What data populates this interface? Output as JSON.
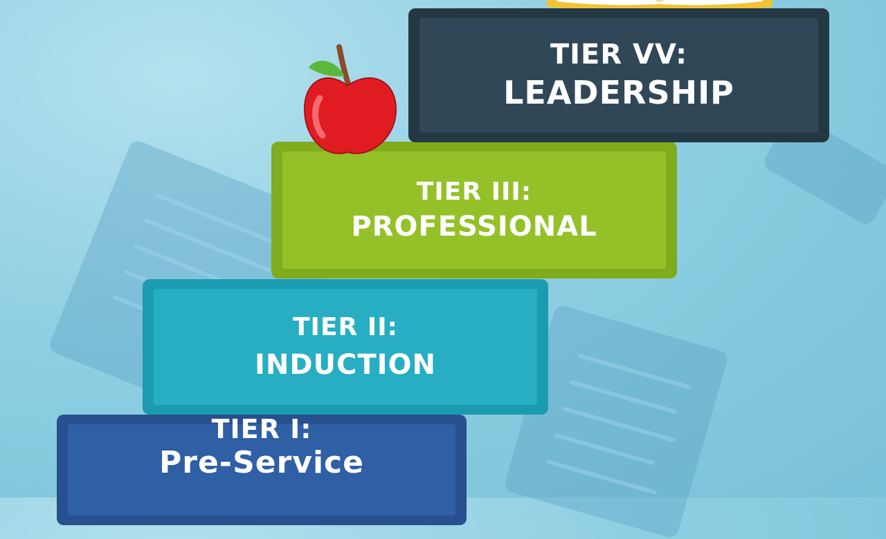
{
  "tiers": [
    {
      "label": "TIER I:",
      "title": "Pre-Service",
      "color": "#2f5fa5"
    },
    {
      "label": "TIER II:",
      "title": "INDUCTION",
      "color": "#27aec3"
    },
    {
      "label": "TIER III:",
      "title": "PROFESSIONAL",
      "color": "#93c127"
    },
    {
      "label": "TIER VV:",
      "title": "LEADERSHIP",
      "color": "#2f4756"
    }
  ],
  "decorations": {
    "apple": "apple-icon",
    "book": "open-book-icon"
  },
  "colors": {
    "background": "#8fcfe2",
    "apple": "#e01c22",
    "leaf": "#5cb83a",
    "book": "#f1c232"
  }
}
